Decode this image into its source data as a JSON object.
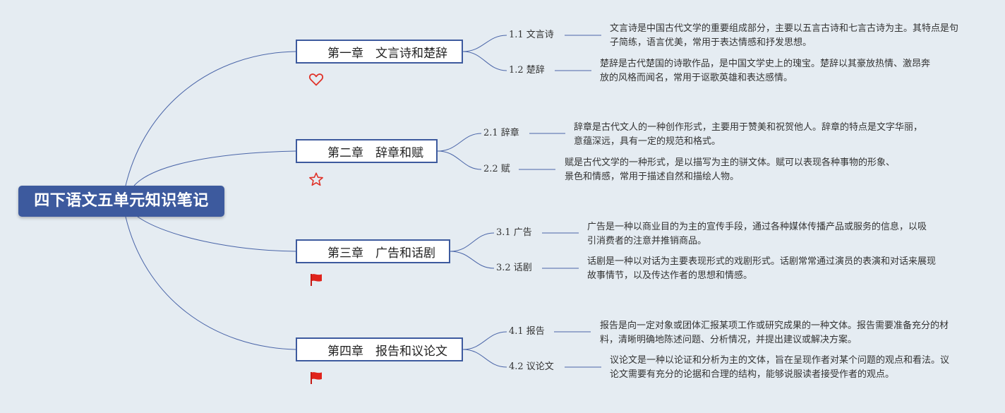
{
  "root": {
    "title": "四下语文五单元知识笔记"
  },
  "chapters": [
    {
      "label": "第一章　文言诗和楚辞",
      "icon": "heart-icon",
      "topics": [
        {
          "label": "1.1 文言诗",
          "text": "文言诗是中国古代文学的重要组成部分，主要以五言古诗和七言古诗为主。其特点是句子简练，语言优美，常用于表达情感和抒发思想。"
        },
        {
          "label": "1.2 楚辞",
          "text": "楚辞是古代楚国的诗歌作品，是中国文学史上的瑰宝。楚辞以其豪放热情、激昂奔放的风格而闻名，常用于讴歌英雄和表达感情。"
        }
      ]
    },
    {
      "label": "第二章　辞章和赋",
      "icon": "star-icon",
      "topics": [
        {
          "label": "2.1 辞章",
          "text": "辞章是古代文人的一种创作形式，主要用于赞美和祝贺他人。辞章的特点是文字华丽，意蕴深远，具有一定的规范和格式。"
        },
        {
          "label": "2.2 赋",
          "text": "赋是古代文学的一种形式，是以描写为主的骈文体。赋可以表现各种事物的形象、景色和情感，常用于描述自然和描绘人物。"
        }
      ]
    },
    {
      "label": "第三章　广告和话剧",
      "icon": "flag-icon",
      "topics": [
        {
          "label": "3.1 广告",
          "text": "广告是一种以商业目的为主的宣传手段，通过各种媒体传播产品或服务的信息，以吸引消费者的注意并推销商品。"
        },
        {
          "label": "3.2 话剧",
          "text": "话剧是一种以对话为主要表现形式的戏剧形式。话剧常常通过演员的表演和对话来展现故事情节，以及传达作者的思想和情感。"
        }
      ]
    },
    {
      "label": "第四章　报告和议论文",
      "icon": "flag-icon",
      "topics": [
        {
          "label": "4.1 报告",
          "text": "报告是向一定对象或团体汇报某项工作或研究成果的一种文体。报告需要准备充分的材料，清晰明确地陈述问题、分析情况，并提出建议或解决方案。"
        },
        {
          "label": "4.2 议论文",
          "text": "议论文是一种以论证和分析为主的文体，旨在呈现作者对某个问题的观点和看法。议论文需要有充分的论据和合理的结构，能够说服读者接受作者的观点。"
        }
      ]
    }
  ],
  "colors": {
    "background": "#e5ecf2",
    "root_fill": "#3d5a9e",
    "branch_line": "#4a65a8",
    "heart": "#e0332a",
    "star": "#e0332a",
    "flag": "#e0231c"
  }
}
